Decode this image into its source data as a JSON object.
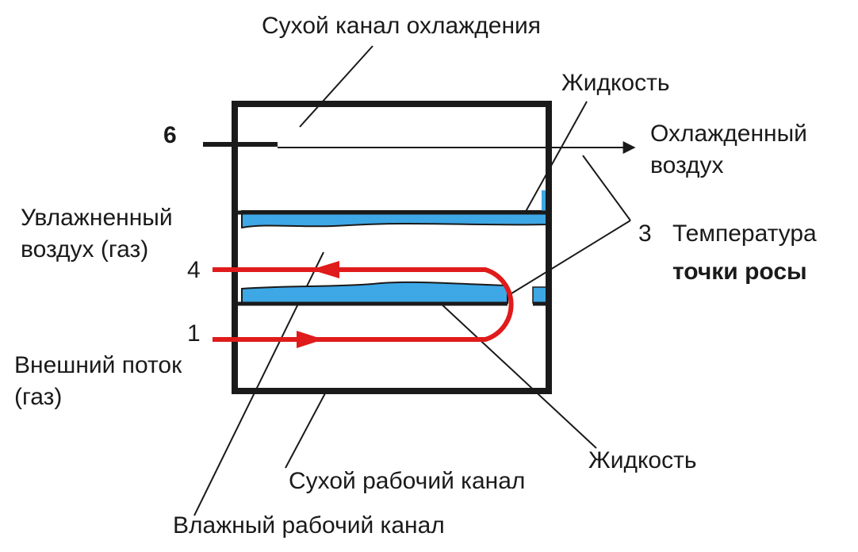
{
  "labels": {
    "dry_cooling_channel": "Сухой канал охлаждения",
    "liquid_top": "Жидкость",
    "point_6": "6",
    "cooled_air_line1": "Охлажденный",
    "cooled_air_line2": "воздух",
    "point_3": "3",
    "dew_point_line1": "Температура",
    "dew_point_line2": "точки росы",
    "humidified_air_line1": "Увлажненный",
    "humidified_air_line2": "воздух (газ)",
    "point_4": "4",
    "point_1": "1",
    "external_flow_line1": "Внешний поток",
    "external_flow_line2": "(газ)",
    "liquid_bottom": "Жидкость",
    "dry_working_channel": "Сухой рабочий канал",
    "wet_working_channel": "Влажный рабочий канал"
  },
  "colors": {
    "frame": "#1a1a1a",
    "liquid": "#3ea7e6",
    "flow": "#e01b1b",
    "leader": "#1a1a1a"
  }
}
